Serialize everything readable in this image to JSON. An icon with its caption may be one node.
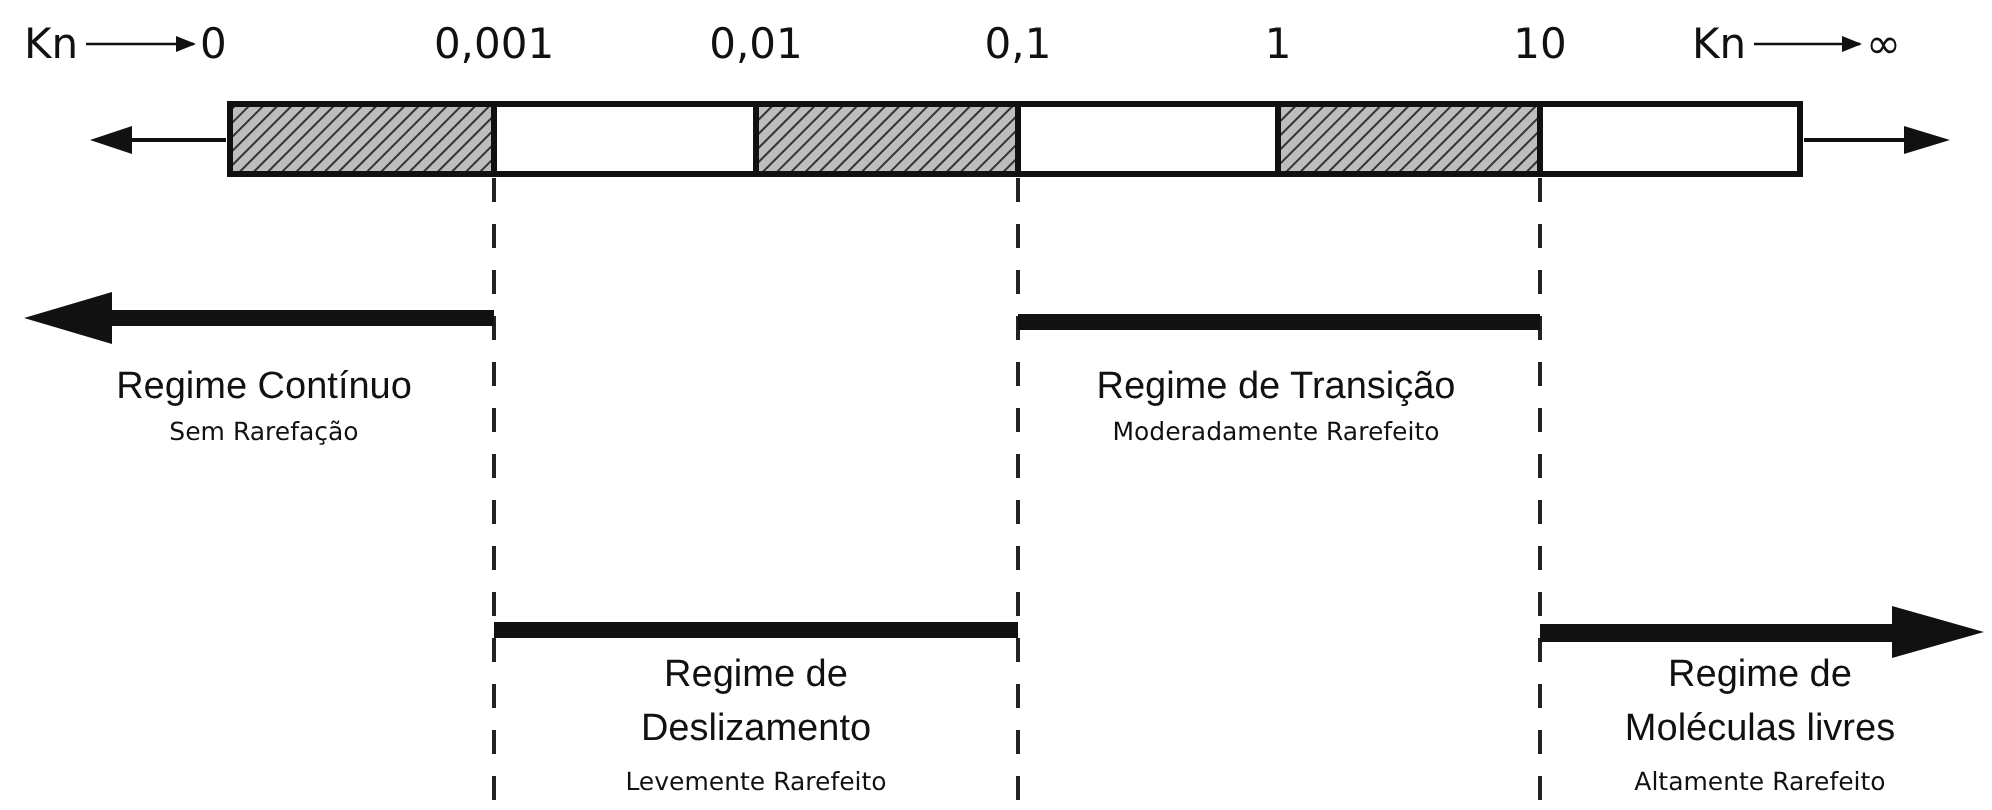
{
  "diagram": {
    "nodes": [
      {
        "text": [
          "Kn"
        ]
      },
      {
        "text": [
          "0"
        ]
      },
      {
        "text": [
          "Kn"
        ]
      },
      {
        "text": [
          "∞"
        ]
      },
      {
        "text": [
          "Regime Contínuo",
          "Sem Rarefação"
        ]
      },
      {
        "text": [
          "Regime de Transição",
          "Moderadamente Rarefeito"
        ]
      },
      {
        "text": [
          "Regime de Deslizamento",
          "Levemente Rarefeito"
        ]
      },
      {
        "text": [
          "Regime de Moléculas livres",
          "Altamente Rarefeito"
        ]
      }
    ],
    "edges": [
      {
        "from": 0,
        "to": 1,
        "arrow": "to"
      },
      {
        "from": 2,
        "to": 3,
        "arrow": "to"
      }
    ],
    "labels": [
      "0,001",
      "0,01",
      "0,1",
      "1",
      "10"
    ]
  }
}
